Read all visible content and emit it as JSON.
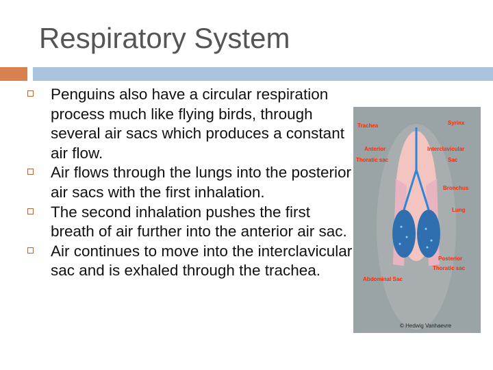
{
  "title": "Respiratory System",
  "bullets": [
    "Penguins also have a circular respiration process much like flying birds, through several air sacs which produces a constant air flow.",
    "Air flows through the lungs into the posterior air sacs with the first inhalation.",
    "The second inhalation pushes the first breath of air further into the anterior air sac.",
    "Air continues to move into the interclavicular sac and is exhaled through the trachea."
  ],
  "figure": {
    "labels": {
      "trachea": "Trachea",
      "syrinx": "Syrinx",
      "anterior": "Anterior",
      "thoracic": "Thoratic sac",
      "interclavicular": "Interclavicular",
      "sac": "Sac",
      "bronchus": "Bronchus",
      "lung": "Lung",
      "posterior": "Posterior",
      "posterior_thoracic": "Thoratic sac",
      "abdominal": "Abdominal Sac"
    },
    "credit": "© Hedwig Vanhaevre"
  },
  "colors": {
    "accent": "#d9804f",
    "bar": "#abc3dd",
    "label": "#ff2a00"
  }
}
